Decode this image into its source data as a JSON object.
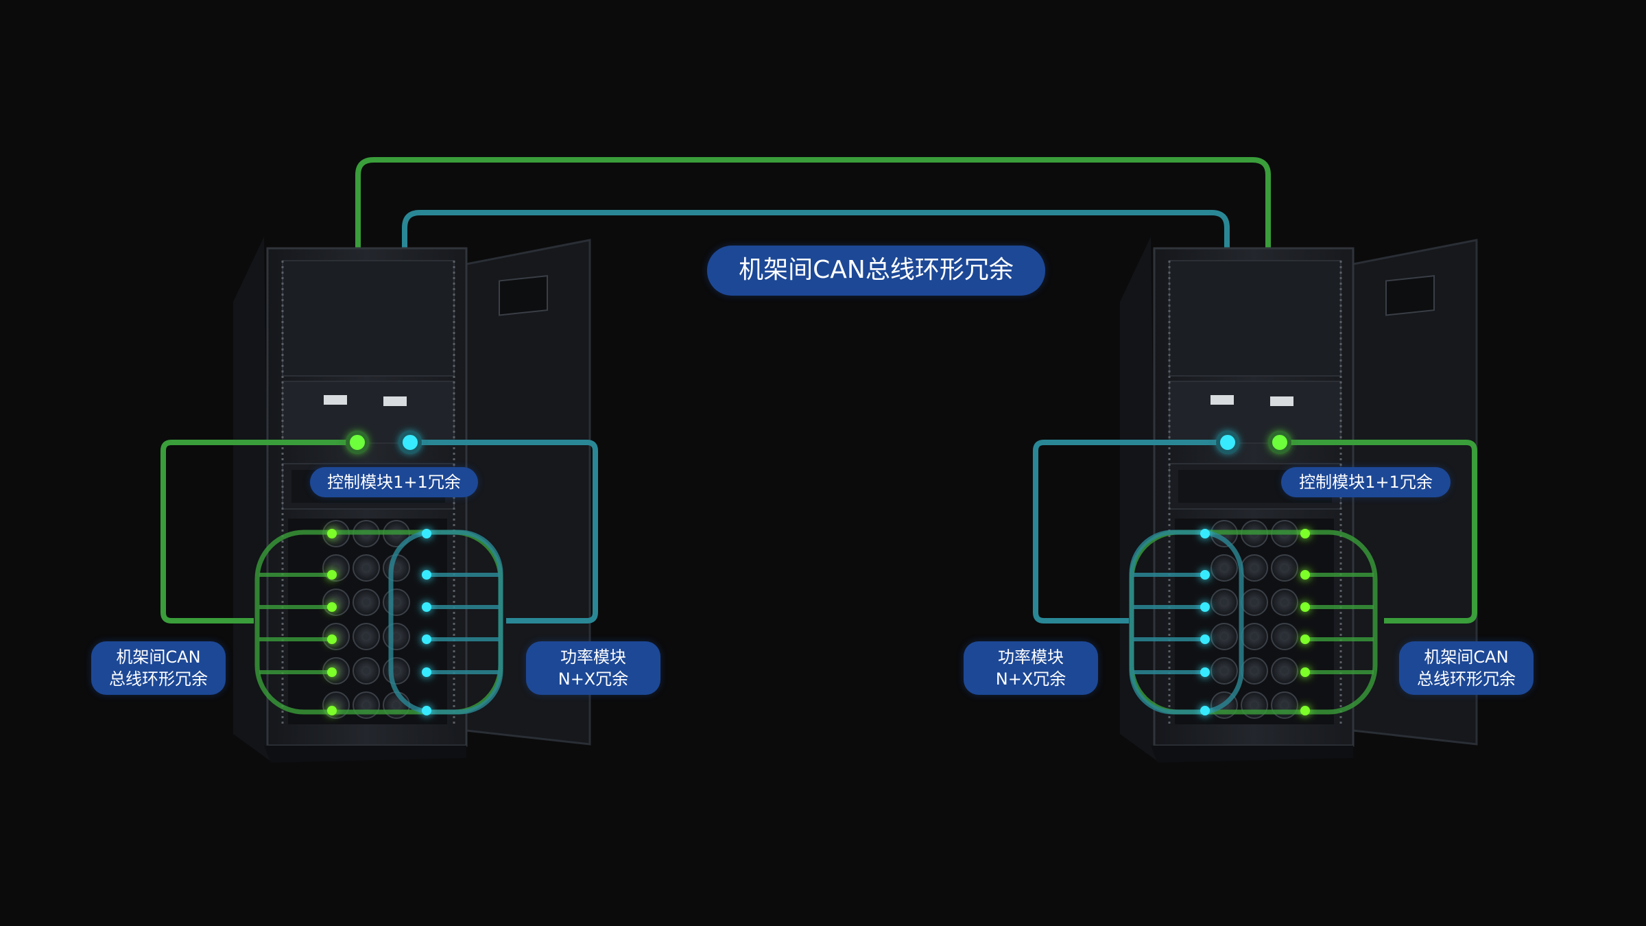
{
  "title_label": "机架间CAN总线环形冗余",
  "left": {
    "control_label": "控制模块1+1冗余",
    "can_label": [
      "机架间CAN",
      "总线环形冗余"
    ],
    "power_label": [
      "功率模块",
      "N+X冗余"
    ]
  },
  "right": {
    "control_label": "控制模块1+1冗余",
    "can_label": [
      "机架间CAN",
      "总线环形冗余"
    ],
    "power_label": [
      "功率模块",
      "N+X冗余"
    ]
  },
  "colors": {
    "background": "#0b0b0c",
    "green_line": "#3fae3c",
    "green_bright": "#7dff2a",
    "teal_line": "#2a8c9a",
    "cyan_bright": "#2ee6ff",
    "label_bg": "#1d4896",
    "cabinet": "#1c1f24"
  },
  "icons": [
    "server-cabinet-icon",
    "status-led-icon",
    "power-module-fan-icon"
  ]
}
